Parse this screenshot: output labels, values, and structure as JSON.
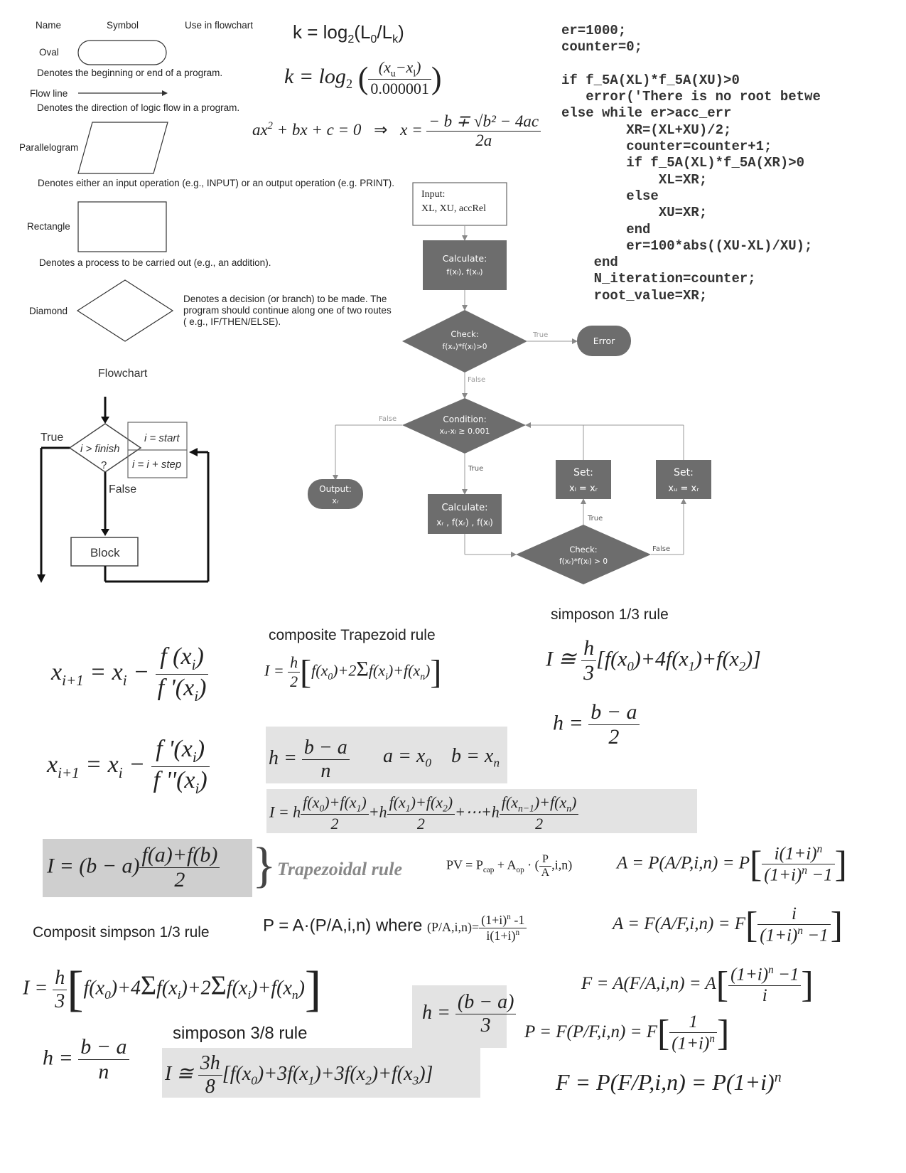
{
  "legend": {
    "headers": {
      "name": "Name",
      "symbol": "Symbol",
      "use": "Use in flowchart"
    },
    "oval": {
      "name": "Oval",
      "desc": "Denotes the beginning or end of a program."
    },
    "flowline": {
      "name": "Flow line",
      "desc": "Denotes the direction of logic flow in a program."
    },
    "parallelogram": {
      "name": "Parallelogram",
      "desc": "Denotes either an input operation (e.g., INPUT) or an output operation (e.g. PRINT)."
    },
    "rectangle": {
      "name": "Rectangle",
      "desc": "Denotes  a process to be carried out  (e.g., an addition)."
    },
    "diamond": {
      "name": "Diamond",
      "desc1": "Denotes  a decision (or branch) to be made. The",
      "desc2": "program should continue along one of two routes",
      "desc3": "( e.g., IF/THEN/ELSE)."
    }
  },
  "loop_flowchart": {
    "title": "Flowchart",
    "true_label": "True",
    "false_label": "False",
    "cond1": "i > finish",
    "cond2": "?",
    "start": "i = start",
    "step": "i = i + step",
    "block": "Block"
  },
  "formulas": {
    "k_simple_prefix": "k = log",
    "k_simple_sub": "2",
    "k_simple_args": "(L",
    "k_simple_l0": "0",
    "k_simple_mid": "/L",
    "k_simple_lk": "k",
    "k_simple_end": ")",
    "k_big_prefix": "k = log",
    "k_big_sub": "2",
    "k_big_num": "(x",
    "k_big_num_u": "u",
    "k_big_num_mid": "−x",
    "k_big_num_l": "l",
    "k_big_num_end": ")",
    "k_big_den": "0.000001",
    "quad_left": "ax",
    "quad_left_sup": "2",
    "quad_rest": " + bx + c = 0",
    "quad_arrow": "⇒",
    "quad_x": "x =",
    "quad_num": "− b ∓ √b² − 4ac",
    "quad_den": "2a"
  },
  "code": {
    "lines": [
      "er=1000;",
      "counter=0;",
      "",
      "if f_5A(XL)*f_5A(XU)>0",
      "   error('There is no root betwe",
      "else while er>acc_err",
      "        XR=(XL+XU)/2;",
      "        counter=counter+1;",
      "        if f_5A(XL)*f_5A(XR)>0",
      "            XL=XR;",
      "        else",
      "            XU=XR;",
      "        end",
      "        er=100*abs((XU-XL)/XU);",
      "    end",
      "    N_iteration=counter;",
      "    root_value=XR;"
    ]
  },
  "bisection_flowchart": {
    "input1": "Input:",
    "input2": "XL, XU, accRel",
    "calc1a": "Calculate:",
    "calc1b": "f(xₗ), f(xᵤ)",
    "check1a": "Check:",
    "check1b": "f(xᵤ)*f(xₗ)>0",
    "true1": "True",
    "error": "Error",
    "false1": "False",
    "cond_a": "Condition:",
    "cond_b": "xᵤ-xₗ ≥ 0.001",
    "false2": "False",
    "true2": "True",
    "output_a": "Output:",
    "output_b": "xᵣ",
    "calc2a": "Calculate:",
    "calc2b": "xᵣ , f(xᵣ) , f(xₗ)",
    "set1a": "Set:",
    "set1b": "xₗ = xᵣ",
    "set2a": "Set:",
    "set2b": "xᵤ = xᵣ",
    "true3": "True",
    "check2a": "Check:",
    "check2b": "f(xᵣ)*f(xₗ) > 0",
    "false3": "False"
  },
  "headings": {
    "simpson13": "simposon 1/3 rule",
    "trapezoid_comp": "composite Trapezoid rule",
    "composit_simpson": "Composit simpson 1/3 rule",
    "simpson38": "simposon 3/8 rule",
    "trapezoidal_rule": "Trapezoidal rule"
  }
}
